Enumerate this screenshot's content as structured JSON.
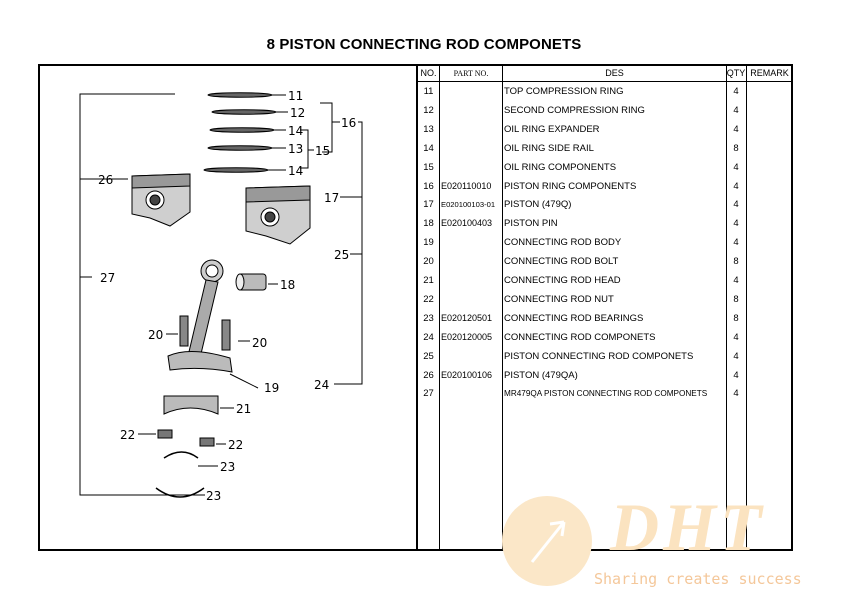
{
  "page_title": "8 PISTON CONNECTING ROD COMPONETS",
  "table": {
    "headers": {
      "no": "NO.",
      "part_no": "PART NO.",
      "des": "DES",
      "qty": "QTY",
      "remark": "REMARK"
    },
    "rows": [
      {
        "no": "11",
        "part_no": "",
        "des": "TOP COMPRESSION RING",
        "qty": "4"
      },
      {
        "no": "12",
        "part_no": "",
        "des": "SECOND COMPRESSION RING",
        "qty": "4"
      },
      {
        "no": "13",
        "part_no": "",
        "des": "OIL RING EXPANDER",
        "qty": "4"
      },
      {
        "no": "14",
        "part_no": "",
        "des": "OIL RING SIDE RAIL",
        "qty": "8"
      },
      {
        "no": "15",
        "part_no": "",
        "des": "OIL RING COMPONENTS",
        "qty": "4"
      },
      {
        "no": "16",
        "part_no": "E020110010",
        "des": "PISTON RING COMPONENTS",
        "qty": "4"
      },
      {
        "no": "17",
        "part_no": "E020100103-01",
        "des": "PISTON (479Q)",
        "qty": "4"
      },
      {
        "no": "18",
        "part_no": "E020100403",
        "des": "PISTON PIN",
        "qty": "4"
      },
      {
        "no": "19",
        "part_no": "",
        "des": "CONNECTING ROD BODY",
        "qty": "4"
      },
      {
        "no": "20",
        "part_no": "",
        "des": "CONNECTING ROD BOLT",
        "qty": "8"
      },
      {
        "no": "21",
        "part_no": "",
        "des": "CONNECTING ROD HEAD",
        "qty": "4"
      },
      {
        "no": "22",
        "part_no": "",
        "des": "CONNECTING ROD NUT",
        "qty": "8"
      },
      {
        "no": "23",
        "part_no": "E020120501",
        "des": "CONNECTING ROD BEARINGS",
        "qty": "8"
      },
      {
        "no": "24",
        "part_no": "E020120005",
        "des": "CONNECTING ROD COMPONETS",
        "qty": "4"
      },
      {
        "no": "25",
        "part_no": "",
        "des": "PISTON CONNECTING ROD COMPONETS",
        "qty": "4"
      },
      {
        "no": "26",
        "part_no": "E020100106",
        "des": "PISTON (479QA)",
        "qty": "4"
      },
      {
        "no": "27",
        "part_no": "",
        "des": "MR479QA PISTON CONNECTING ROD COMPONETS",
        "qty": "4"
      }
    ]
  },
  "diagram_labels": {
    "l11": "11",
    "l12": "12",
    "l14a": "14",
    "l13": "13",
    "l15": "15",
    "l14b": "14",
    "l16": "16",
    "l26": "26",
    "l17": "17",
    "l25": "25",
    "l27": "27",
    "l18": "18",
    "l20a": "20",
    "l20b": "20",
    "l19": "19",
    "l24": "24",
    "l21": "21",
    "l22a": "22",
    "l22b": "22",
    "l23a": "23",
    "l23b": "23"
  },
  "watermark": {
    "logo": "DHT",
    "tagline": "Sharing creates success"
  },
  "colors": {
    "line": "#000000",
    "watermark_fill": "#fbe3c0",
    "watermark_text": "#f4c79a"
  }
}
